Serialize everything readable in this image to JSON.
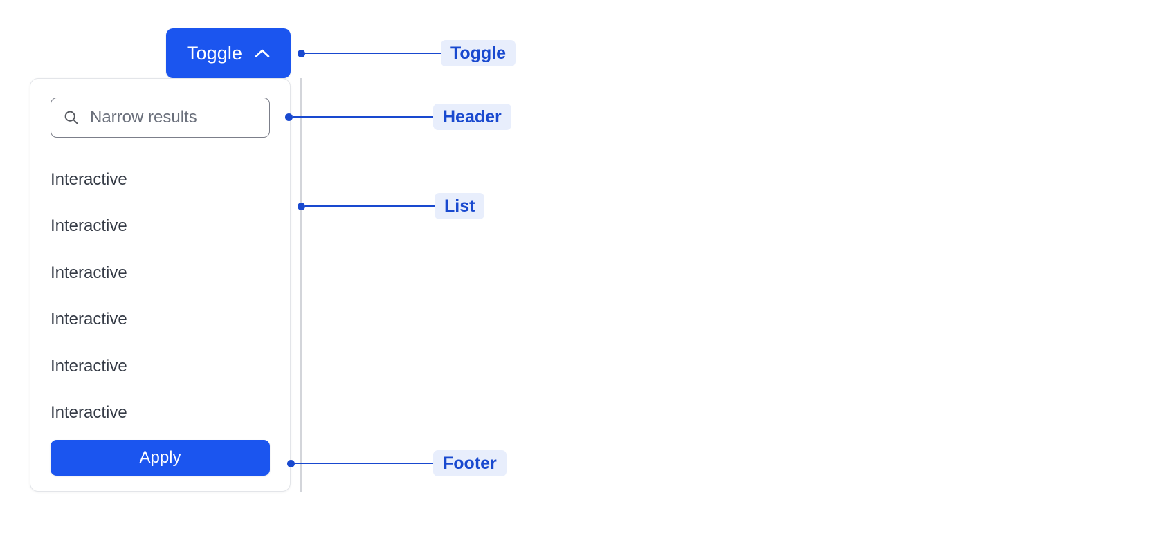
{
  "toggle": {
    "label": "Toggle",
    "icon": "chevron-up-icon",
    "background": "#1b55ef",
    "text_color": "#ffffff"
  },
  "panel": {
    "header": {
      "search": {
        "icon": "search-icon",
        "placeholder": "Narrow results",
        "value": ""
      }
    },
    "list": {
      "items": [
        {
          "label": "Interactive"
        },
        {
          "label": "Interactive"
        },
        {
          "label": "Interactive"
        },
        {
          "label": "Interactive"
        },
        {
          "label": "Interactive"
        },
        {
          "label": "Interactive"
        }
      ]
    },
    "footer": {
      "apply_label": "Apply",
      "background": "#1b55ef"
    }
  },
  "annotations": {
    "accent_color": "#1949cf",
    "badge_background": "#e8eefc",
    "items": [
      {
        "label": "Toggle"
      },
      {
        "label": "Header"
      },
      {
        "label": "List"
      },
      {
        "label": "Footer"
      }
    ]
  }
}
